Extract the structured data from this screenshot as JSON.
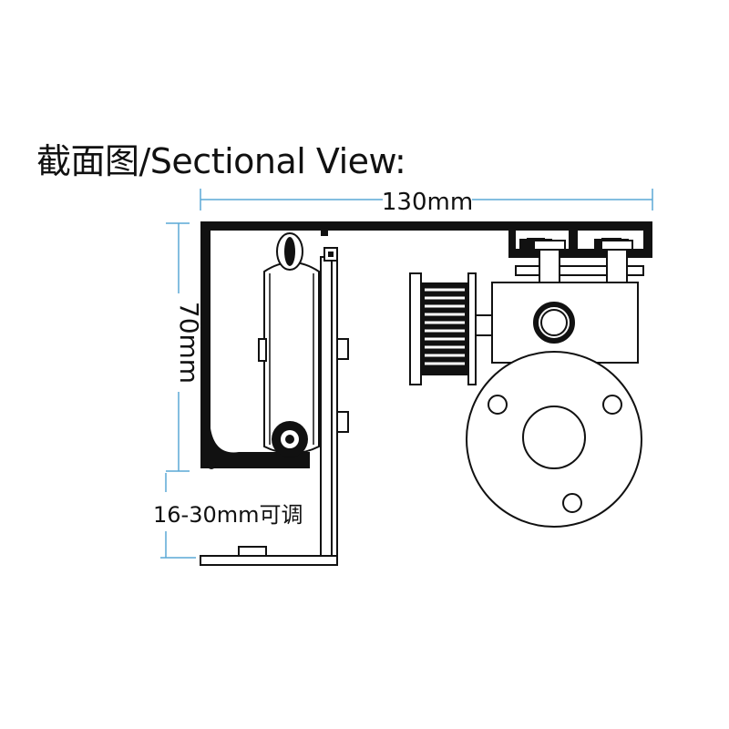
{
  "title": "截面图/Sectional View:",
  "dimensions": {
    "width": "130mm",
    "height": "70mm",
    "adjustable": "16-30mm可调"
  },
  "colors": {
    "dimension_line": "#5aa9d6",
    "outline": "#111111",
    "background": "#ffffff"
  }
}
